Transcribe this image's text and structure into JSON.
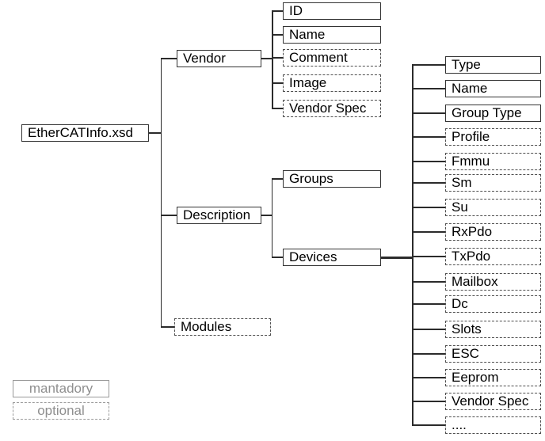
{
  "tree": {
    "root": {
      "label": "EtherCATInfo.xsd",
      "style": "mandatory"
    },
    "children": [
      {
        "label": "Vendor",
        "style": "mandatory",
        "children": [
          {
            "label": "ID",
            "style": "mandatory"
          },
          {
            "label": "Name",
            "style": "mandatory"
          },
          {
            "label": "Comment",
            "style": "optional"
          },
          {
            "label": "Image",
            "style": "optional"
          },
          {
            "label": "Vendor Spec",
            "style": "optional"
          }
        ]
      },
      {
        "label": "Description",
        "style": "mandatory",
        "children": [
          {
            "label": "Groups",
            "style": "mandatory"
          },
          {
            "label": "Devices",
            "style": "mandatory",
            "children": [
              {
                "label": "Type",
                "style": "mandatory"
              },
              {
                "label": "Name",
                "style": "mandatory"
              },
              {
                "label": "Group Type",
                "style": "mandatory"
              },
              {
                "label": "Profile",
                "style": "optional"
              },
              {
                "label": "Fmmu",
                "style": "optional"
              },
              {
                "label": "Sm",
                "style": "optional"
              },
              {
                "label": "Su",
                "style": "optional"
              },
              {
                "label": "RxPdo",
                "style": "optional"
              },
              {
                "label": "TxPdo",
                "style": "optional"
              },
              {
                "label": "Mailbox",
                "style": "optional"
              },
              {
                "label": "Dc",
                "style": "optional"
              },
              {
                "label": "Slots",
                "style": "optional"
              },
              {
                "label": "ESC",
                "style": "optional"
              },
              {
                "label": "Eeprom",
                "style": "optional"
              },
              {
                "label": "Vendor Spec",
                "style": "optional"
              },
              {
                "label": "....",
                "style": "optional"
              }
            ]
          }
        ]
      },
      {
        "label": "Modules",
        "style": "optional"
      }
    ]
  },
  "legend": {
    "mandatory_label": "mantadory",
    "optional_label": "optional"
  },
  "colors": {
    "node_border": "#343434",
    "optional_border": "#4f4f4f",
    "connector": "#2b2b2b",
    "legend_gray": "#8f8f8f",
    "background": "#ffffff"
  }
}
